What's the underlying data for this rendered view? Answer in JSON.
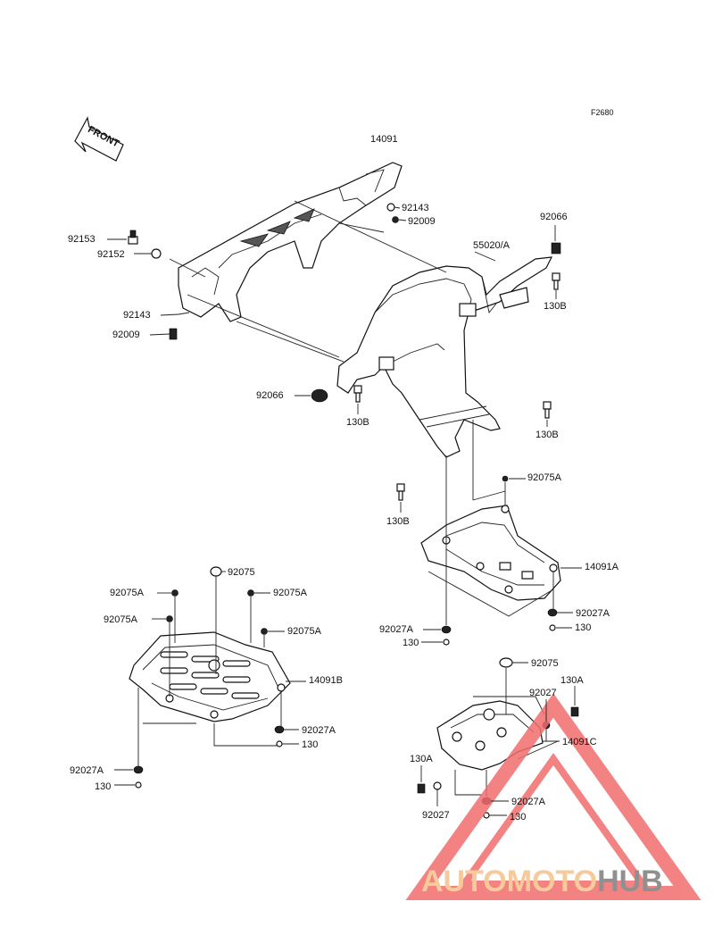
{
  "figure_code": "F2680",
  "front_arrow_label": "FRONT",
  "watermark": {
    "left": "AUTOMOTO",
    "right": "HUB",
    "left_color": "#f5c28a",
    "right_color": "#7d7d7d",
    "triangle_color": "#f26d6d"
  },
  "callouts": {
    "c14091": "14091",
    "c92143_top": "92143",
    "c92009_top": "92009",
    "c92066_right": "92066",
    "c55020a": "55020/A",
    "c130b_r1": "130B",
    "c92153": "92153",
    "c92152": "92152",
    "c92143_left": "92143",
    "c92009_left": "92009",
    "c92066_left": "92066",
    "c130b_mid": "130B",
    "c130b_r2": "130B",
    "c92075a_r": "92075A",
    "c130b_low": "130B",
    "c14091a": "14091A",
    "c92075_l": "92075",
    "c92075a_l1": "92075A",
    "c92075a_l2": "92075A",
    "c92075a_l3": "92075A",
    "c92075a_l4": "92075A",
    "c14091b": "14091B",
    "c92027a_1": "92027A",
    "c130_1": "130",
    "c92027a_2": "92027A",
    "c130_2": "130",
    "c92027a_3": "92027A",
    "c130_3": "130",
    "c92027a_4": "92027A",
    "c130_4": "130",
    "c92075_r": "92075",
    "c130a_1": "130A",
    "c92027_1": "92027",
    "c14091c": "14091C",
    "c130a_2": "130A",
    "c92027a_5": "92027A",
    "c92027_2": "92027",
    "c130_5": "130"
  }
}
